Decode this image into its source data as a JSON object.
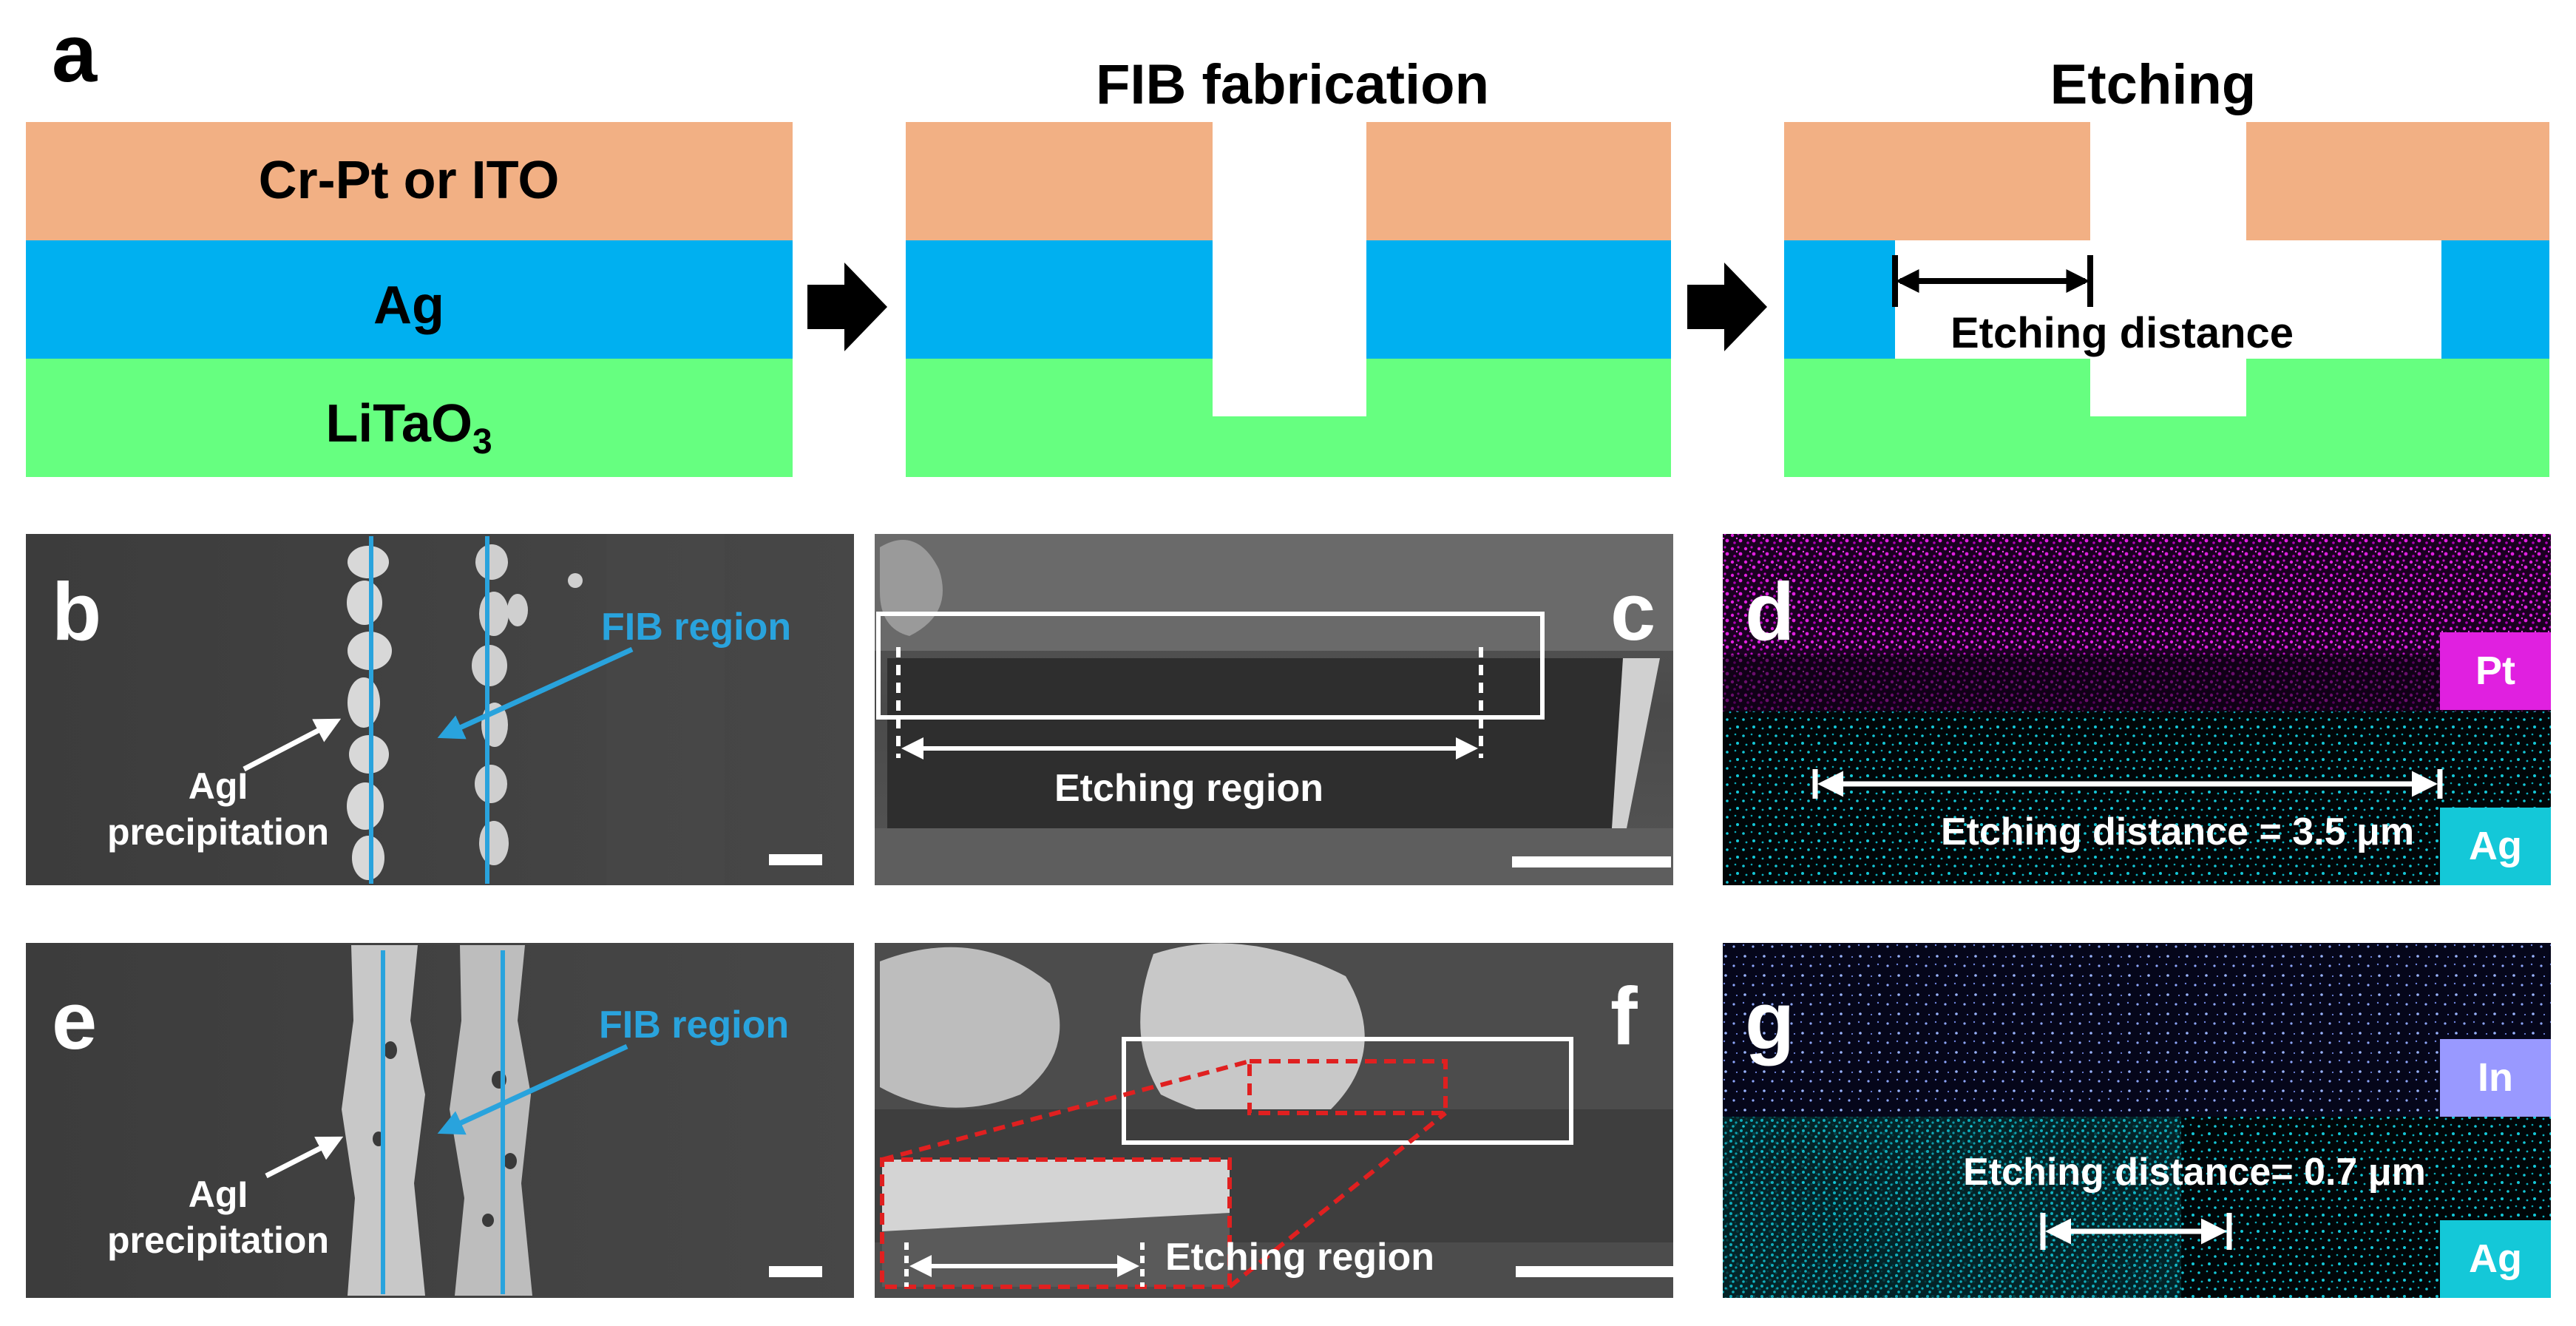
{
  "colors": {
    "electrode": "#F2B084",
    "silver": "#00B0F0",
    "substrate": "#66FF80",
    "arrow": "#000000",
    "sem_bg": "#3A3A3A",
    "fib_line": "#29A3DD",
    "pt_map": "#E020E0",
    "ag_map": "#14C8D8",
    "in_map": "#9999FF",
    "dashed_red": "#E02020"
  },
  "panel_a": {
    "label": "a",
    "title_fab": "FIB fabrication",
    "title_etch": "Etching",
    "layer_electrode": "Cr-Pt or ITO",
    "layer_silver": "Ag",
    "layer_substrate_main": "LiTaO",
    "layer_substrate_sub": "3",
    "etch_distance_label": "Etching distance"
  },
  "panel_b": {
    "label": "b",
    "fib_label": "FIB region",
    "precip_line1": "AgI",
    "precip_line2": "precipitation"
  },
  "panel_c": {
    "label": "c",
    "region_label": "Etching region"
  },
  "panel_d": {
    "label": "d",
    "badge_top": "Pt",
    "badge_bottom": "Ag",
    "distance_label": "Etching distance = 3.5 μm"
  },
  "panel_e": {
    "label": "e",
    "fib_label": "FIB region",
    "precip_line1": "AgI",
    "precip_line2": "precipitation"
  },
  "panel_f": {
    "label": "f",
    "region_label": "Etching region"
  },
  "panel_g": {
    "label": "g",
    "badge_top": "In",
    "badge_bottom": "Ag",
    "distance_label": "Etching distance= 0.7 μm"
  }
}
